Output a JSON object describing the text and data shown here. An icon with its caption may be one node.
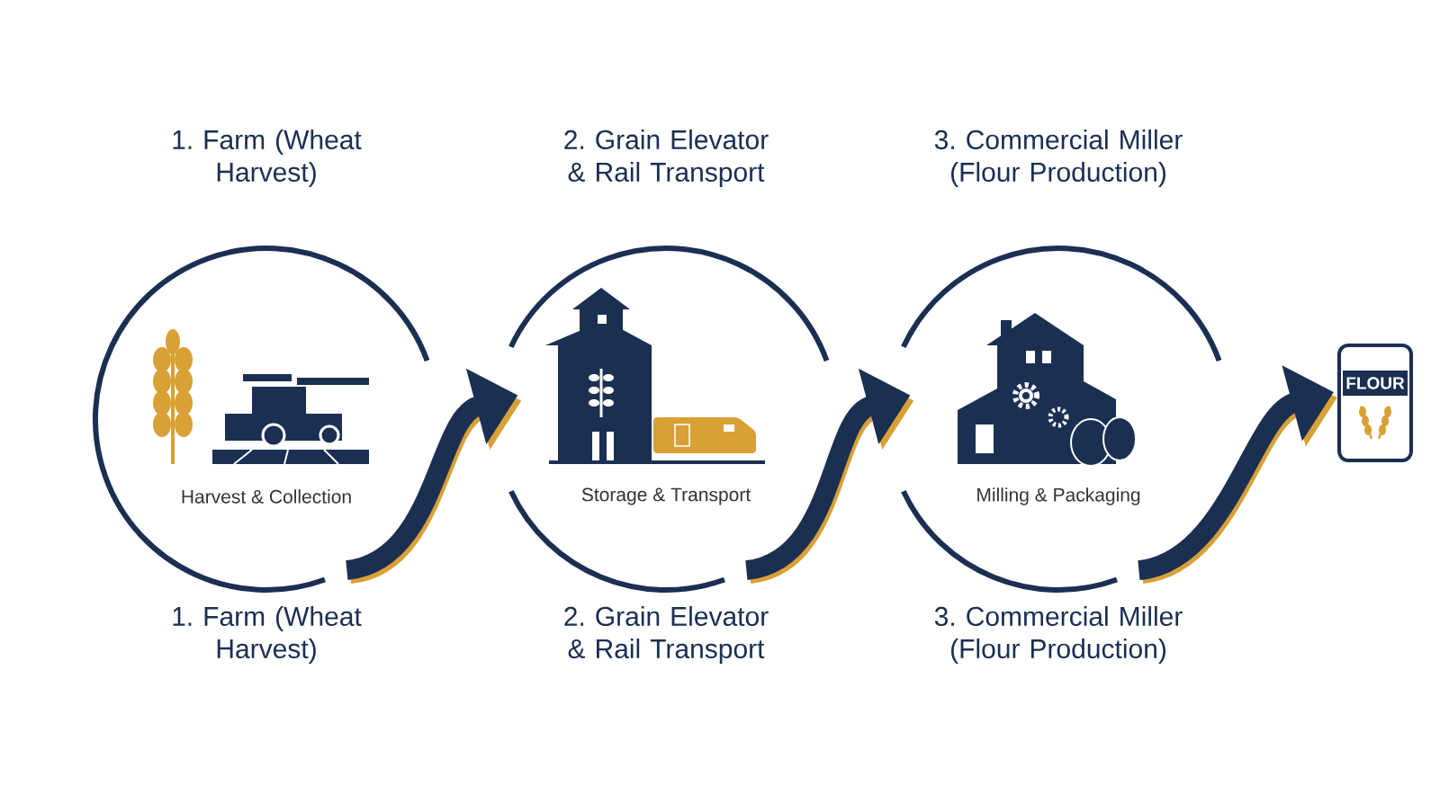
{
  "diagram": {
    "nodes": [
      {
        "text": [
          "1. Farm (Wheat Harvest)",
          "Harvest & Collection"
        ],
        "beside": [
          "1. Farm (Wheat Harvest)"
        ]
      },
      {
        "text": [
          "2. Grain Elevator & Rail Transport",
          "Storage & Transport"
        ],
        "beside": [
          "2. Grain Elevator & Rail Transport"
        ]
      },
      {
        "text": [
          "3. Commercial Miller (Flour Production)",
          "Milling & Packaging"
        ],
        "beside": [
          "3. Commercial Miller (Flour Production)"
        ]
      },
      {
        "text": [
          "FLOUR"
        ]
      }
    ],
    "edges": [
      {
        "from": 0,
        "to": 1,
        "arrow": "to"
      },
      {
        "from": 1,
        "to": 2,
        "arrow": "to"
      },
      {
        "from": 2,
        "to": 3,
        "arrow": "to"
      }
    ]
  }
}
